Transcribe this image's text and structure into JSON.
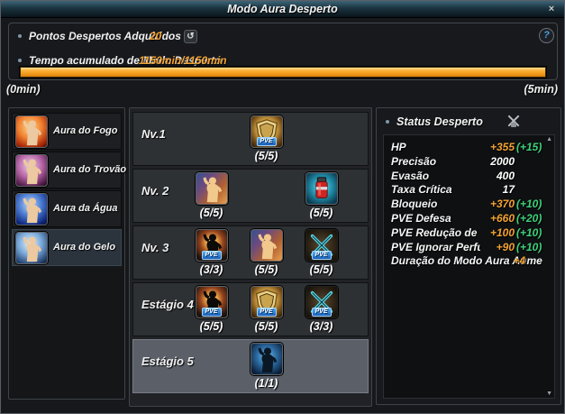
{
  "window": {
    "title": "Modo Aura Desperto"
  },
  "icons": {
    "close": "×",
    "refresh": "↺",
    "help": "?",
    "scroll_up": "▲",
    "scroll_down": "▼"
  },
  "top": {
    "points_label": "Pontos Despertos Adquiridos",
    "points_value": "20",
    "time_label": "Tempo acumulado de Modo Desperto",
    "time_value": "1150min/1150min",
    "progress": {
      "percent": 100,
      "min_label": "(0min)",
      "max_label": "(5min)"
    }
  },
  "sidebar": {
    "selected_index": 3,
    "items": [
      {
        "id": "fire",
        "label": "Aura do Fogo"
      },
      {
        "id": "thunder",
        "label": "Aura do Trovão"
      },
      {
        "id": "water",
        "label": "Aura da Água"
      },
      {
        "id": "ice",
        "label": "Aura do Gelo"
      }
    ]
  },
  "levels": {
    "pve_badge_label": "PVE",
    "rows": [
      {
        "label": "Nv.1",
        "highlighted": false,
        "slots": [
          {
            "col": 2,
            "icon": "gold-shield",
            "pve": true,
            "count": "(5/5)"
          }
        ]
      },
      {
        "label": "Nv. 2",
        "highlighted": false,
        "slots": [
          {
            "col": 1,
            "icon": "runner",
            "pve": false,
            "count": "(5/5)"
          },
          {
            "col": 3,
            "icon": "potion",
            "pve": false,
            "count": "(5/5)"
          }
        ]
      },
      {
        "label": "Nv. 3",
        "highlighted": false,
        "slots": [
          {
            "col": 1,
            "icon": "dark-figure",
            "pve": true,
            "count": "(3/3)"
          },
          {
            "col": 2,
            "icon": "runner",
            "pve": false,
            "count": "(5/5)"
          },
          {
            "col": 3,
            "icon": "cross",
            "pve": true,
            "count": "(5/5)"
          }
        ]
      },
      {
        "label": "Estágio 4",
        "highlighted": false,
        "slots": [
          {
            "col": 1,
            "icon": "dark-figure",
            "pve": true,
            "count": "(5/5)"
          },
          {
            "col": 2,
            "icon": "gold-shield",
            "pve": true,
            "count": "(5/5)"
          },
          {
            "col": 3,
            "icon": "cross",
            "pve": true,
            "count": "(3/3)"
          }
        ]
      },
      {
        "label": "Estágio 5",
        "highlighted": true,
        "slots": [
          {
            "col": 2,
            "icon": "blue-figure",
            "pve": false,
            "count": "(1/1)"
          }
        ]
      }
    ]
  },
  "status": {
    "header": "Status Desperto",
    "stats": [
      {
        "label": "HP",
        "value": "+355",
        "delta": "(+15)",
        "cls": "orange",
        "overlap": false
      },
      {
        "label": "Precisão",
        "value": "2000",
        "delta": "",
        "cls": "white",
        "overlap": false
      },
      {
        "label": "Evasão",
        "value": "400",
        "delta": "",
        "cls": "white",
        "overlap": false
      },
      {
        "label": "Taxa Crítica",
        "value": "17",
        "delta": "",
        "cls": "white",
        "overlap": false
      },
      {
        "label": "Bloqueio",
        "value": "+370",
        "delta": "(+10)",
        "cls": "orange",
        "overlap": false
      },
      {
        "label": "PVE Defesa",
        "value": "+660",
        "delta": "(+20)",
        "cls": "orange",
        "overlap": false
      },
      {
        "label": "PVE Redução de Danos",
        "value": "+100",
        "delta": "(+10)",
        "cls": "orange",
        "overlap": false
      },
      {
        "label": "PVE Ignorar Perfuração",
        "value": "+90",
        "delta": "(+10)",
        "cls": "orange",
        "overlap": false
      },
      {
        "label": "Duração do Modo Aura Aumentou",
        "value": "+4",
        "delta": "",
        "cls": "orange",
        "overlap": true
      }
    ]
  },
  "colors": {
    "accent_orange": "#f2a232",
    "accent_green": "#3ed17a",
    "bar_fill": "#f8a81e",
    "pve_blue": "#1a5cb4"
  }
}
